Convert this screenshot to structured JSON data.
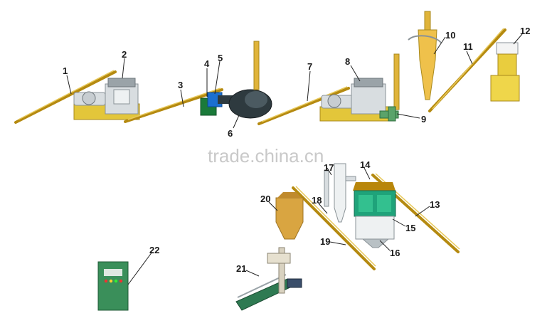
{
  "watermark": "trade.china.cn",
  "labels": [
    "1",
    "2",
    "3",
    "4",
    "5",
    "6",
    "7",
    "8",
    "9",
    "10",
    "11",
    "12",
    "13",
    "14",
    "15",
    "16",
    "17",
    "18",
    "19",
    "20",
    "21",
    "22"
  ],
  "colors": {
    "conveyor": "#b58a10",
    "frame": "#e3c63a",
    "machine_grey": "#d8dde0",
    "pipe": "#e0b43a",
    "cooler_green": "#1fa37a",
    "cabinet_green": "#3a8f5a",
    "motor_blue": "#1b6fd1",
    "burner_dark": "#2e3a3f"
  },
  "icons": [
    "screw-conveyor-icon",
    "hammer-mill-icon",
    "dryer-burner-icon",
    "pellet-mill-icon",
    "cyclone-icon",
    "bucket-icon",
    "cooler-icon",
    "hopper-icon",
    "packing-machine-icon",
    "control-cabinet-icon"
  ]
}
